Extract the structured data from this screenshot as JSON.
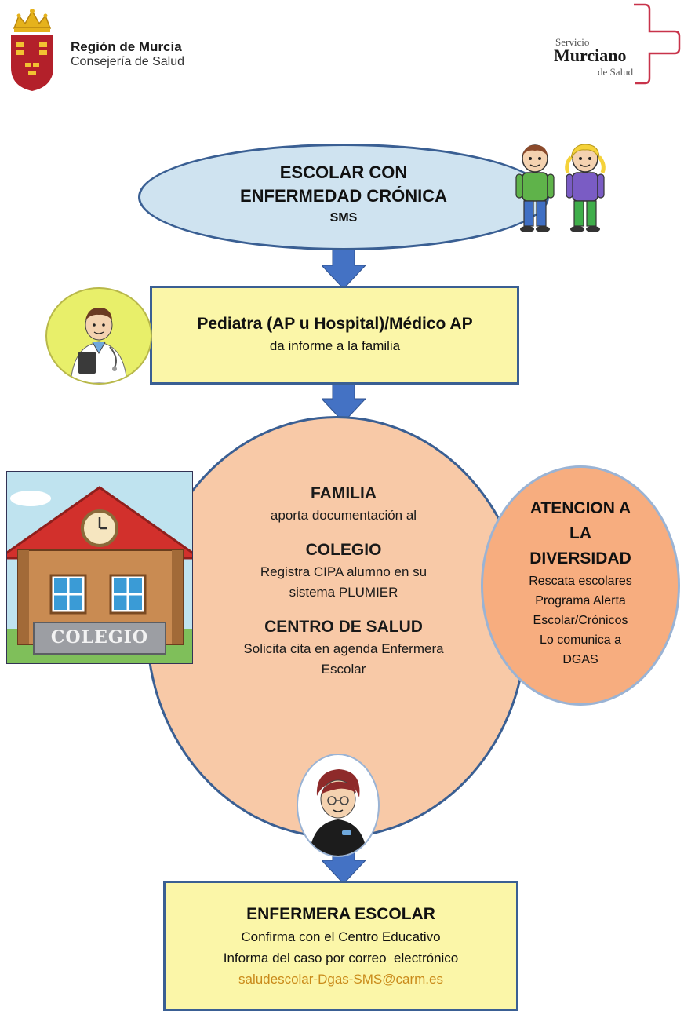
{
  "header": {
    "left_logo": {
      "line1": "Región de Murcia",
      "line2": "Consejería de Salud",
      "icon": "region-murcia-shield-icon"
    },
    "right_logo": {
      "line1": "Servicio",
      "line2": "Murciano",
      "line3": "de Salud",
      "icon": "sms-cross-logo-icon"
    }
  },
  "nodes": {
    "student": {
      "line1": "ESCOLAR CON",
      "line2": "ENFERMEDAD CRÓNICA",
      "line3": "SMS"
    },
    "pediatra": {
      "title": "Pediatra (AP u Hospital)/Médico AP",
      "subtitle": "da informe a la familia"
    },
    "familia": {
      "title": "FAMILIA",
      "text": "aporta documentación al",
      "colegio_title": "COLEGIO",
      "colegio_line1": "Registra CIPA alumno en su",
      "colegio_line2": "sistema PLUMIER",
      "centro_title": "CENTRO DE SALUD",
      "centro_line1": "Solicita cita en agenda Enfermera",
      "centro_line2": "Escolar"
    },
    "atencion": {
      "title1": "ATENCION A",
      "title2": "LA",
      "title3": "DIVERSIDAD",
      "line1": "Rescata escolares",
      "line2": "Programa Alerta",
      "line3": "Escolar/Crónicos",
      "line4": "Lo comunica a",
      "line5": "DGAS"
    },
    "enfermera": {
      "title": "ENFERMERA ESCOLAR",
      "line1": "Confirma con el Centro Educativo",
      "line2": "Informa del caso por correo  electrónico",
      "email": "saludescolar-Dgas-SMS@carm.es"
    },
    "school_sign": "COLEGIO"
  },
  "colors": {
    "box_fill": "#fbf6a8",
    "box_border": "#3a5f93",
    "ellipse_fill": "#cfe3f0",
    "circle_fill": "#f8c9a7",
    "arrow": "#4472c4",
    "email": "#c98a1a"
  }
}
